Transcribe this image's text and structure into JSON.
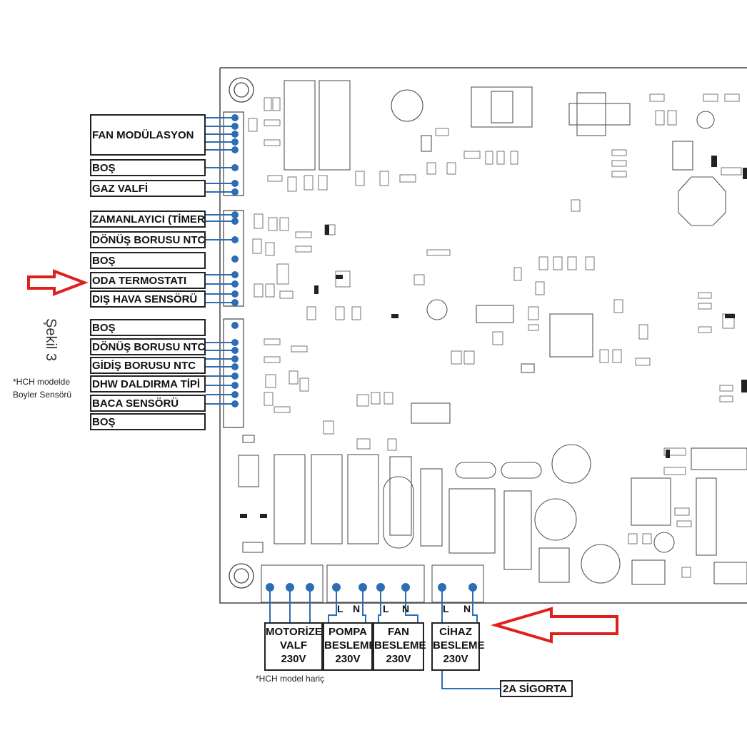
{
  "figure_label": "Şekil 3",
  "left_connectors": {
    "group1": [
      "FAN MODÜLASYON",
      "BOŞ",
      "GAZ VALFİ"
    ],
    "group2": [
      "ZAMANLAYICI (TİMER)",
      "DÖNÜŞ BORUSU NTC",
      "BOŞ",
      "ODA TERMOSTATI",
      "DIŞ HAVA SENSÖRÜ"
    ],
    "group3": [
      "BOŞ",
      "DÖNÜŞ BORUSU NTC",
      "GİDİŞ BORUSU NTC",
      "DHW DALDIRMA TİPİ",
      "BACA SENSÖRÜ",
      "BOŞ"
    ]
  },
  "notes": {
    "boiler_sensor": [
      "*HCH modelde",
      "Boyler Sensörü"
    ],
    "hch_excluded": "*HCH model hariç"
  },
  "bottom_connectors": {
    "motorized_valve": [
      "MOTORİZE",
      "VALF",
      "230V"
    ],
    "pump_supply": [
      "POMPA",
      "BESLEME",
      "230V"
    ],
    "fan_supply": [
      "FAN",
      "BESLEME",
      "230V"
    ],
    "device_supply": [
      "CİHAZ",
      "BESLEME",
      "230V"
    ]
  },
  "pin_labels": {
    "pump": [
      "L",
      "N"
    ],
    "fan": [
      "L",
      "N"
    ],
    "device": [
      "L",
      "N"
    ]
  },
  "fuse_label": "2A SİGORTA",
  "colors": {
    "wire": "#2e6db4",
    "arrow": "#e0201d",
    "board_line": "#555555"
  },
  "icons": [
    "arrow-right-icon",
    "arrow-left-icon"
  ]
}
